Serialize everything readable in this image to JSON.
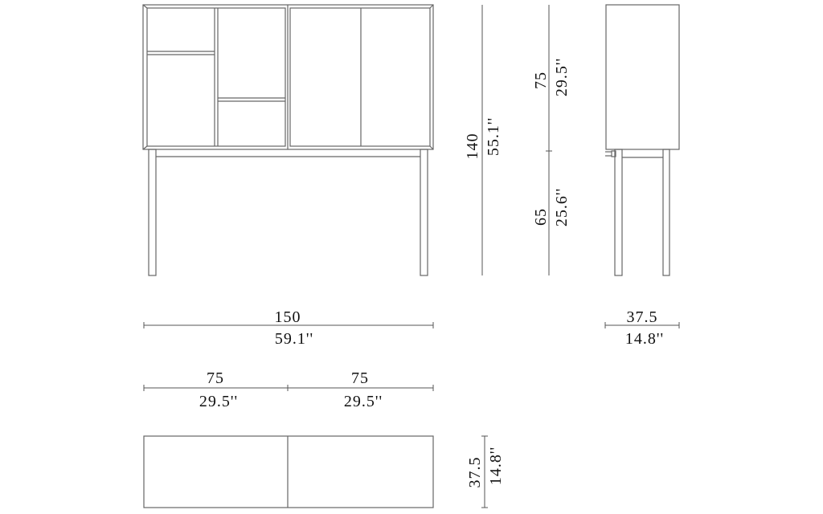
{
  "front_view": {
    "width_total": {
      "cm": "150",
      "in": "59.1''"
    },
    "width_halves": [
      {
        "cm": "75",
        "in": "29.5''"
      },
      {
        "cm": "75",
        "in": "29.5''"
      }
    ],
    "height_total": {
      "cm": "140",
      "in": "55.1''"
    }
  },
  "height_breakdown": {
    "cabinet": {
      "cm": "75",
      "in": "29.5''"
    },
    "legs": {
      "cm": "65",
      "in": "25.6''"
    }
  },
  "side_view": {
    "depth": {
      "cm": "37.5",
      "in": "14.8''"
    }
  },
  "top_view": {
    "depth": {
      "cm": "37.5",
      "in": "14.8''"
    }
  },
  "line_color": "#666666"
}
